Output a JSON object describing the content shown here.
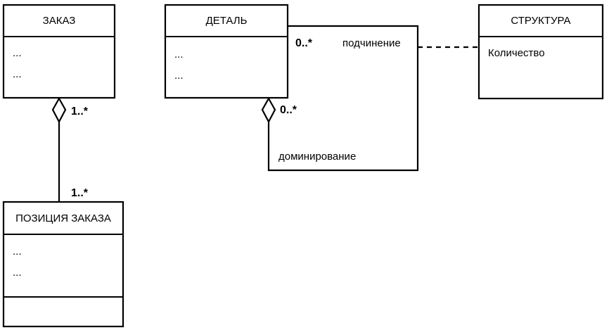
{
  "classes": {
    "order": {
      "name": "ЗАКАЗ",
      "attributes": [
        "...",
        "..."
      ]
    },
    "part": {
      "name": "ДЕТАЛЬ",
      "attributes": [
        "...",
        "..."
      ]
    },
    "structure": {
      "name": "СТРУКТУРА",
      "attributes": [
        "Количество"
      ]
    },
    "order_item": {
      "name": "ПОЗИЦИЯ ЗАКАЗА",
      "attributes": [
        "...",
        "..."
      ]
    }
  },
  "associations": {
    "order_items": {
      "source_multiplicity": "1..*",
      "target_multiplicity": "1..*"
    },
    "part_structure": {
      "subordinate_multiplicity": "0..*",
      "subordinate_role": "подчинение",
      "dominant_multiplicity": "0..*",
      "dominant_role": "доминирование"
    }
  }
}
